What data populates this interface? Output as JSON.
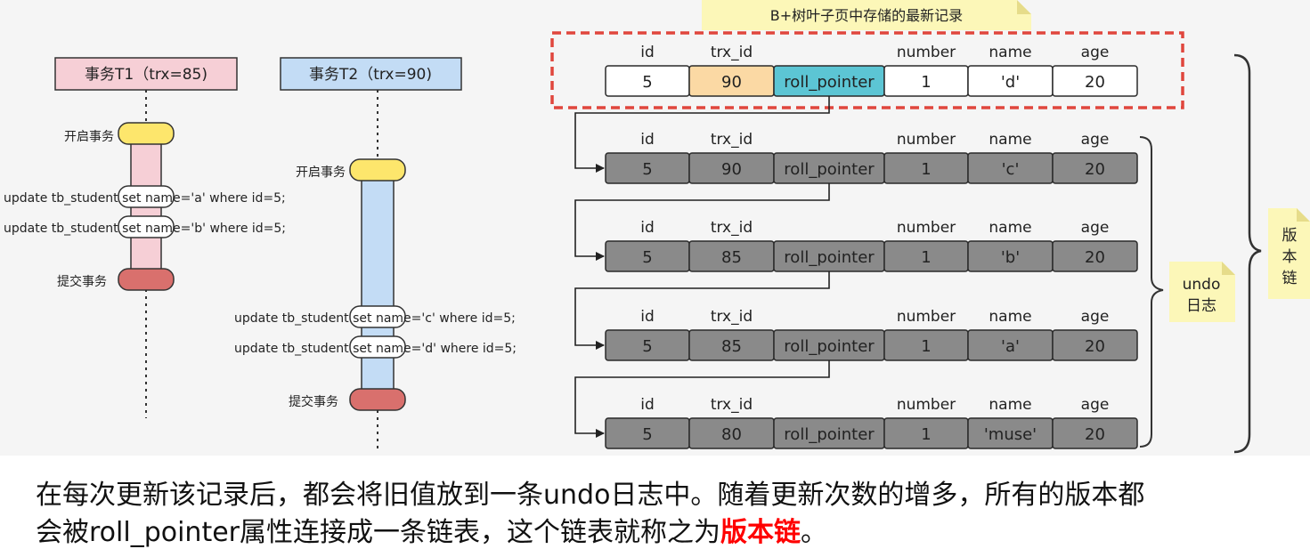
{
  "transactions": [
    {
      "title": "事务T1（trx=85)",
      "begin": "开启事务",
      "commit": "提交事务",
      "statements": [
        "update tb_student set name='a' where id=5;",
        "update tb_student set name='b' where id=5;"
      ]
    },
    {
      "title": "事务T2（trx=90)",
      "begin": "开启事务",
      "commit": "提交事务",
      "statements": [
        "update tb_student set name='c' where id=5;",
        "update tb_student set name='d' where id=5;"
      ]
    }
  ],
  "latest_note": "B+树叶子页中存储的最新记录",
  "columns": [
    "id",
    "trx_id",
    "",
    "number",
    "name",
    "age"
  ],
  "records": [
    {
      "id": "5",
      "trx_id": "90",
      "roll_pointer": "roll_pointer",
      "number": "1",
      "name": "'d'",
      "age": "20"
    },
    {
      "id": "5",
      "trx_id": "90",
      "roll_pointer": "roll_pointer",
      "number": "1",
      "name": "'c'",
      "age": "20"
    },
    {
      "id": "5",
      "trx_id": "85",
      "roll_pointer": "roll_pointer",
      "number": "1",
      "name": "'b'",
      "age": "20"
    },
    {
      "id": "5",
      "trx_id": "85",
      "roll_pointer": "roll_pointer",
      "number": "1",
      "name": "'a'",
      "age": "20"
    },
    {
      "id": "5",
      "trx_id": "80",
      "roll_pointer": "roll_pointer",
      "number": "1",
      "name": "'muse'",
      "age": "20"
    }
  ],
  "undo_note": [
    "undo",
    "日志"
  ],
  "version_note": [
    "版",
    "本",
    "链"
  ],
  "caption": {
    "line1": "在每次更新该记录后，都会将旧值放到一条undo日志中。随着更新次数的增多，所有的版本都",
    "line2_prefix": "会被roll_pointer属性连接成一条链表，这个链表就称之为",
    "highlight": "版本链",
    "line2_suffix": "。"
  },
  "colors": {
    "t1_header": "#f6cfd6",
    "t2_header": "#c3dcf5",
    "begin": "#fde66c",
    "commit": "#d9706d",
    "trx_highlight": "#fbd9a4",
    "pointer_highlight": "#5cc5d4",
    "old_cell": "#8a8a8a",
    "note": "#fcf7b8",
    "dash_border": "#e0463d"
  }
}
